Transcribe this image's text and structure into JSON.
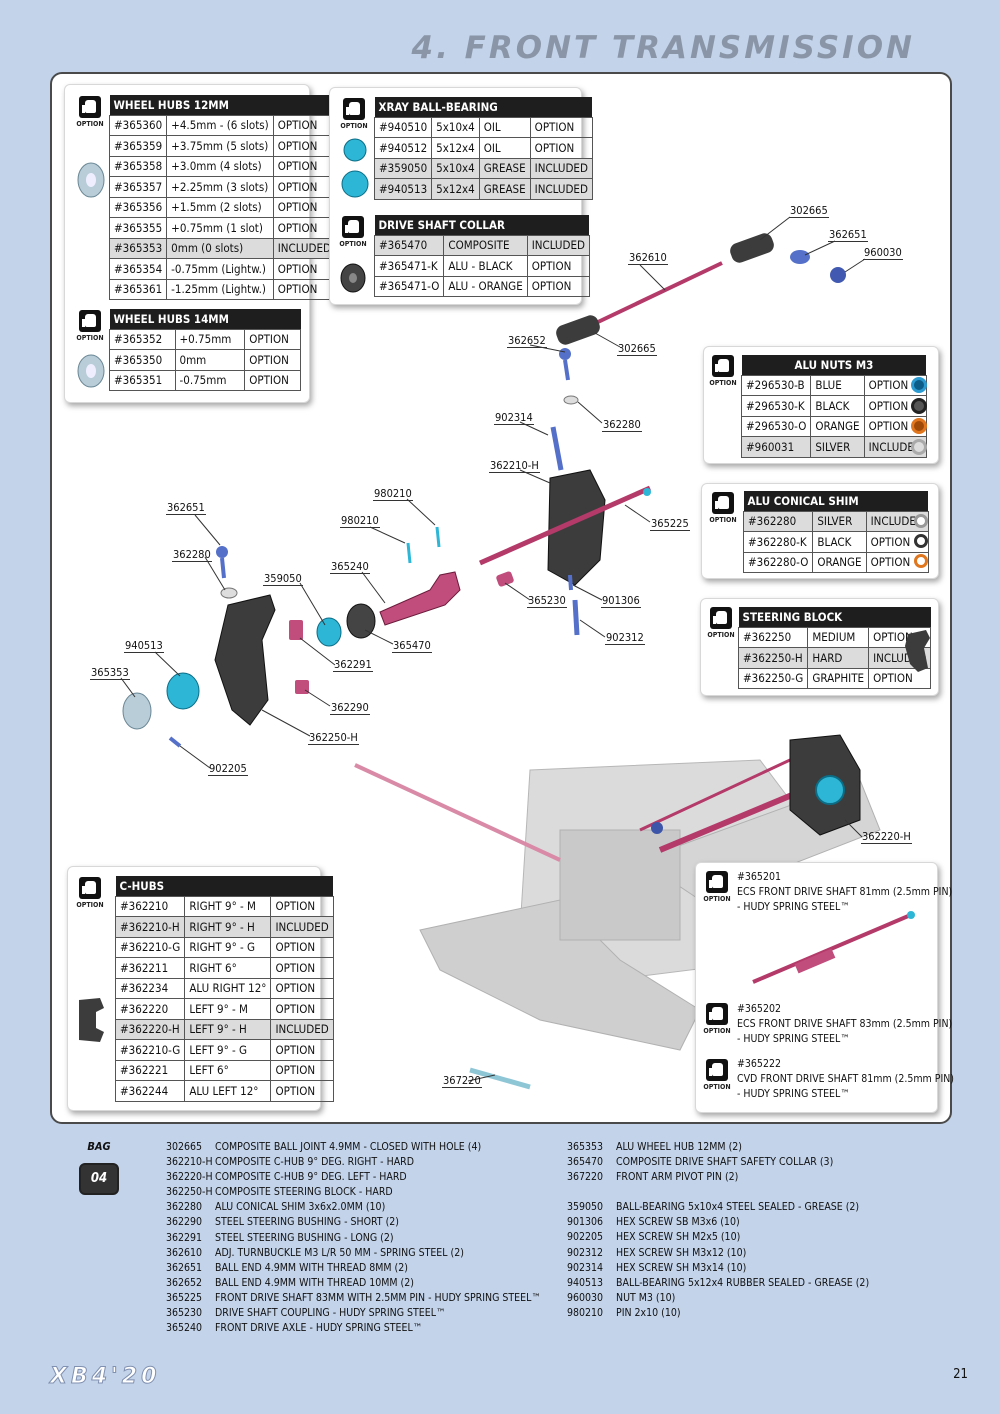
{
  "page": {
    "title": "4. FRONT TRANSMISSION",
    "logo": "XB4'20",
    "page_number": "21",
    "option_label": "OPTION",
    "bag_label": "BAG",
    "bag_number": "04"
  },
  "wheel_hubs_12": {
    "title": "WHEEL HUBS 12MM",
    "rows": [
      [
        "#365360",
        "+4.5mm - (6 slots)",
        "OPTION"
      ],
      [
        "#365359",
        "+3.75mm (5 slots)",
        "OPTION"
      ],
      [
        "#365358",
        "+3.0mm (4 slots)",
        "OPTION"
      ],
      [
        "#365357",
        "+2.25mm (3 slots)",
        "OPTION"
      ],
      [
        "#365356",
        "+1.5mm (2 slots)",
        "OPTION"
      ],
      [
        "#365355",
        "+0.75mm (1 slot)",
        "OPTION"
      ],
      [
        "#365353",
        "0mm (0 slots)",
        "INCLUDED"
      ],
      [
        "#365354",
        "-0.75mm (Lightw.)",
        "OPTION"
      ],
      [
        "#365361",
        "-1.25mm (Lightw.)",
        "OPTION"
      ]
    ]
  },
  "wheel_hubs_14": {
    "title": "WHEEL HUBS 14MM",
    "rows": [
      [
        "#365352",
        "+0.75mm",
        "OPTION"
      ],
      [
        "#365350",
        "0mm",
        "OPTION"
      ],
      [
        "#365351",
        "-0.75mm",
        "OPTION"
      ]
    ]
  },
  "ball_bearing": {
    "title": "XRAY BALL-BEARING",
    "rows": [
      [
        "#940510",
        "5x10x4",
        "OIL",
        "OPTION"
      ],
      [
        "#940512",
        "5x12x4",
        "OIL",
        "OPTION"
      ],
      [
        "#359050",
        "5x10x4",
        "GREASE",
        "INCLUDED"
      ],
      [
        "#940513",
        "5x12x4",
        "GREASE",
        "INCLUDED"
      ]
    ]
  },
  "drive_collar": {
    "title": "DRIVE SHAFT COLLAR",
    "rows": [
      [
        "#365470",
        "COMPOSITE",
        "INCLUDED"
      ],
      [
        "#365471-K",
        "ALU - BLACK",
        "OPTION"
      ],
      [
        "#365471-O",
        "ALU - ORANGE",
        "OPTION"
      ]
    ]
  },
  "alu_nuts": {
    "title": "ALU NUTS M3",
    "rows": [
      [
        "#296530-B",
        "BLUE",
        "OPTION"
      ],
      [
        "#296530-K",
        "BLACK",
        "OPTION"
      ],
      [
        "#296530-O",
        "ORANGE",
        "OPTION"
      ],
      [
        "#960031",
        "SILVER",
        "INCLUDED"
      ]
    ]
  },
  "conical_shim": {
    "title": "ALU CONICAL SHIM",
    "rows": [
      [
        "#362280",
        "SILVER",
        "INCLUDED"
      ],
      [
        "#362280-K",
        "BLACK",
        "OPTION"
      ],
      [
        "#362280-O",
        "ORANGE",
        "OPTION"
      ]
    ]
  },
  "steering_block": {
    "title": "STEERING BLOCK",
    "rows": [
      [
        "#362250",
        "MEDIUM",
        "OPTION"
      ],
      [
        "#362250-H",
        "HARD",
        "INCLUDED"
      ],
      [
        "#362250-G",
        "GRAPHITE",
        "OPTION"
      ]
    ]
  },
  "c_hubs": {
    "title": "C-HUBS",
    "rows": [
      [
        "#362210",
        "RIGHT 9° - M",
        "OPTION"
      ],
      [
        "#362210-H",
        "RIGHT 9° - H",
        "INCLUDED"
      ],
      [
        "#362210-G",
        "RIGHT 9° - G",
        "OPTION"
      ],
      [
        "#362211",
        "RIGHT 6°",
        "OPTION"
      ],
      [
        "#362234",
        "ALU RIGHT 12°",
        "OPTION"
      ],
      [
        "#362220",
        "LEFT 9° - M",
        "OPTION"
      ],
      [
        "#362220-H",
        "LEFT 9° - H",
        "INCLUDED"
      ],
      [
        "#362210-G",
        "LEFT 9° - G",
        "OPTION"
      ],
      [
        "#362221",
        "LEFT 6°",
        "OPTION"
      ],
      [
        "#362244",
        "ALU LEFT 12°",
        "OPTION"
      ]
    ]
  },
  "drive_shafts": [
    {
      "code": "#365201",
      "line1": "ECS FRONT DRIVE SHAFT 81mm (2.5mm PIN)",
      "line2": "- HUDY SPRING STEEL™"
    },
    {
      "code": "#365202",
      "line1": "ECS FRONT DRIVE SHAFT 83mm (2.5mm PIN)",
      "line2": "- HUDY SPRING STEEL™"
    },
    {
      "code": "#365222",
      "line1": "CVD FRONT DRIVE SHAFT 81mm (2.5mm PIN)",
      "line2": "- HUDY SPRING STEEL™"
    }
  ],
  "labels": {
    "l302665a": "302665",
    "l362651a": "362651",
    "l960030": "960030",
    "l362610": "362610",
    "l362652": "362652",
    "l302665b": "302665",
    "l902314": "902314",
    "l362280a": "362280",
    "l362210h": "362210-H",
    "l980210a": "980210",
    "l980210b": "980210",
    "l365225": "365225",
    "l362651b": "362651",
    "l362280b": "362280",
    "l365240": "365240",
    "l359050": "359050",
    "l365230": "365230",
    "l901306": "901306",
    "l902312": "902312",
    "l940513": "940513",
    "l362291": "362291",
    "l365470": "365470",
    "l365353": "365353",
    "l362290": "362290",
    "l362250h": "362250-H",
    "l902205": "902205",
    "l362220h": "362220-H",
    "l367220": "367220"
  },
  "legend_left": [
    [
      "302665",
      "COMPOSITE BALL JOINT 4.9MM - CLOSED WITH HOLE (4)"
    ],
    [
      "362210-H",
      "COMPOSITE C-HUB 9° DEG. RIGHT - HARD"
    ],
    [
      "362220-H",
      "COMPOSITE C-HUB 9° DEG. LEFT - HARD"
    ],
    [
      "362250-H",
      "COMPOSITE STEERING BLOCK - HARD"
    ],
    [
      "362280",
      "ALU CONICAL SHIM 3x6x2.0MM (10)"
    ],
    [
      "362290",
      "STEEL STEERING BUSHING - SHORT (2)"
    ],
    [
      "362291",
      "STEEL STEERING BUSHING - LONG (2)"
    ],
    [
      "362610",
      "ADJ. TURNBUCKLE M3 L/R 50 MM  - SPRING STEEL (2)"
    ],
    [
      "362651",
      "BALL END 4.9MM WITH THREAD 8MM (2)"
    ],
    [
      "362652",
      "BALL END 4.9MM WITH THREAD 10MM (2)"
    ],
    [
      "365225",
      "FRONT DRIVE SHAFT 83MM WITH 2.5MM PIN - HUDY SPRING STEEL™"
    ],
    [
      "365230",
      "DRIVE SHAFT COUPLING  - HUDY SPRING STEEL™"
    ],
    [
      "365240",
      "FRONT DRIVE AXLE - HUDY SPRING STEEL™"
    ]
  ],
  "legend_right": [
    [
      "365353",
      "ALU WHEEL HUB 12MM (2)"
    ],
    [
      "365470",
      "COMPOSITE DRIVE SHAFT SAFETY COLLAR (3)"
    ],
    [
      "367220",
      "FRONT ARM PIVOT PIN (2)"
    ],
    [
      "",
      ""
    ],
    [
      "359050",
      "BALL-BEARING 5x10x4 STEEL SEALED - GREASE  (2)"
    ],
    [
      "901306",
      "HEX SCREW  SB M3x6  (10)"
    ],
    [
      "902205",
      "HEX SCREW  SH M2x5  (10)"
    ],
    [
      "902312",
      "HEX SCREW  SH M3x12  (10)"
    ],
    [
      "902314",
      "HEX SCREW  SH M3x14  (10)"
    ],
    [
      "940513",
      "BALL-BEARING 5x12x4 RUBBER SEALED - GREASE (2)"
    ],
    [
      "960030",
      "NUT M3  (10)"
    ],
    [
      "980210",
      "PIN 2x10  (10)"
    ]
  ]
}
